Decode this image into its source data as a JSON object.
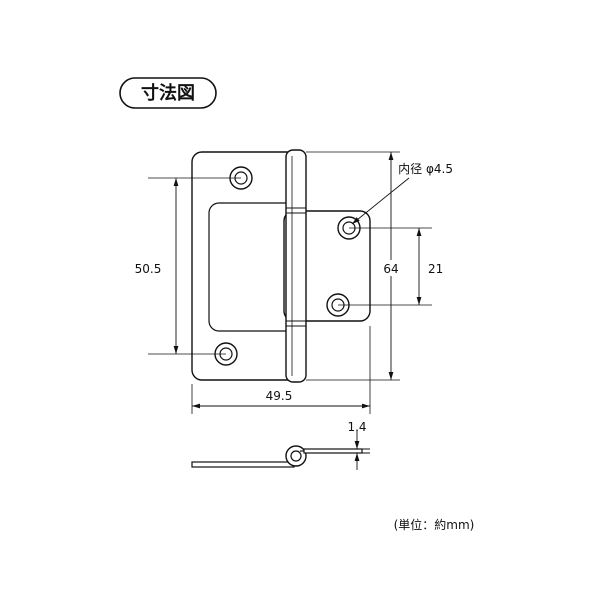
{
  "title": "寸法図",
  "dimensions": {
    "hole_diameter": "内径 φ4.5",
    "height_left": "50.5",
    "height_total": "64",
    "height_right": "21",
    "width": "49.5",
    "thickness": "1.4"
  },
  "unit_note": "(単位：約mm)"
}
